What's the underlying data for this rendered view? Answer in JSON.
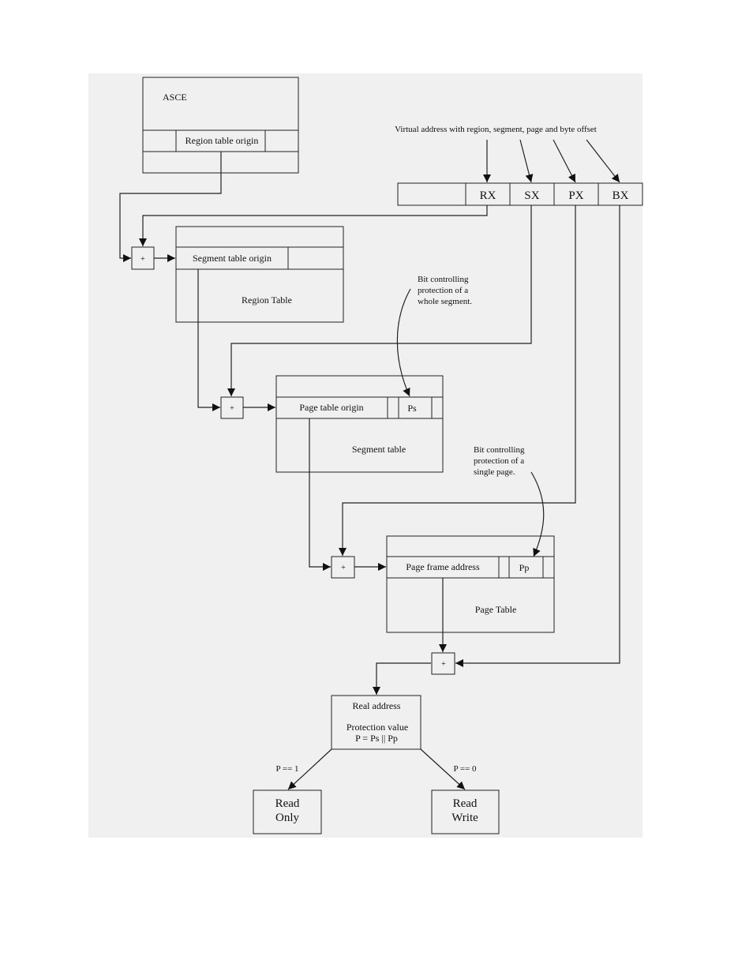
{
  "asce": {
    "title": "ASCE",
    "origin_label": "Region table origin"
  },
  "virtual_address": {
    "caption": "Virtual address with region, segment, page and byte offset",
    "fields": [
      "RX",
      "SX",
      "PX",
      "BX"
    ]
  },
  "adder_label": "+",
  "region_table": {
    "entry_label": "Segment table origin",
    "title": "Region Table"
  },
  "segment_table": {
    "entry_label": "Page table origin",
    "bit_label": "Ps",
    "title": "Segment table",
    "note": [
      "Bit controlling",
      "protection of a",
      "whole segment."
    ]
  },
  "page_table": {
    "entry_label": "Page frame address",
    "bit_label": "Pp",
    "title": "Page Table",
    "note": [
      "Bit controlling",
      "protection of a",
      "single page."
    ]
  },
  "result": {
    "line1": "Real address",
    "line2": "Protection value",
    "line3": "P = Ps || Pp"
  },
  "branches": {
    "left_condition": "P == 1",
    "right_condition": "P == 0",
    "read_only": [
      "Read",
      "Only"
    ],
    "read_write": [
      "Read",
      "Write"
    ]
  }
}
